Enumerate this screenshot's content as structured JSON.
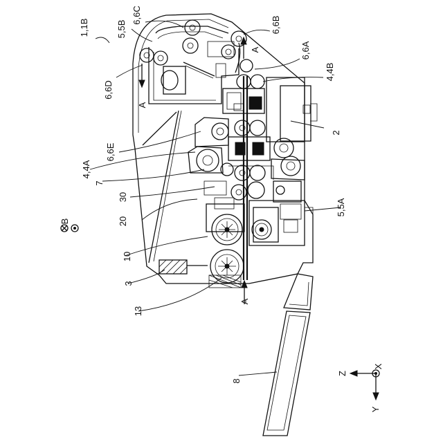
{
  "figure": {
    "labels": {
      "l_1_1B": "1,1B",
      "l_5_5B": "5,5B",
      "l_6_6C": "6,6C",
      "l_6_6B": "6,6B",
      "l_6_6A": "6,6A",
      "l_4_4B": "4,4B",
      "l_6_6D": "6,6D",
      "l_A_top": "A",
      "l_A_left": "A",
      "l_2": "2",
      "l_6_6E": "6,6E",
      "l_4_4A": "4,4A",
      "l_7": "7",
      "l_30": "30",
      "l_20": "20",
      "l_B": "B",
      "l_5_5A": "5,5A",
      "l_10": "10",
      "l_3": "3",
      "l_A_bottom": "A",
      "l_13": "13",
      "l_8": "8",
      "l_Z": "Z",
      "l_X": "X",
      "l_Y": "Y"
    }
  }
}
